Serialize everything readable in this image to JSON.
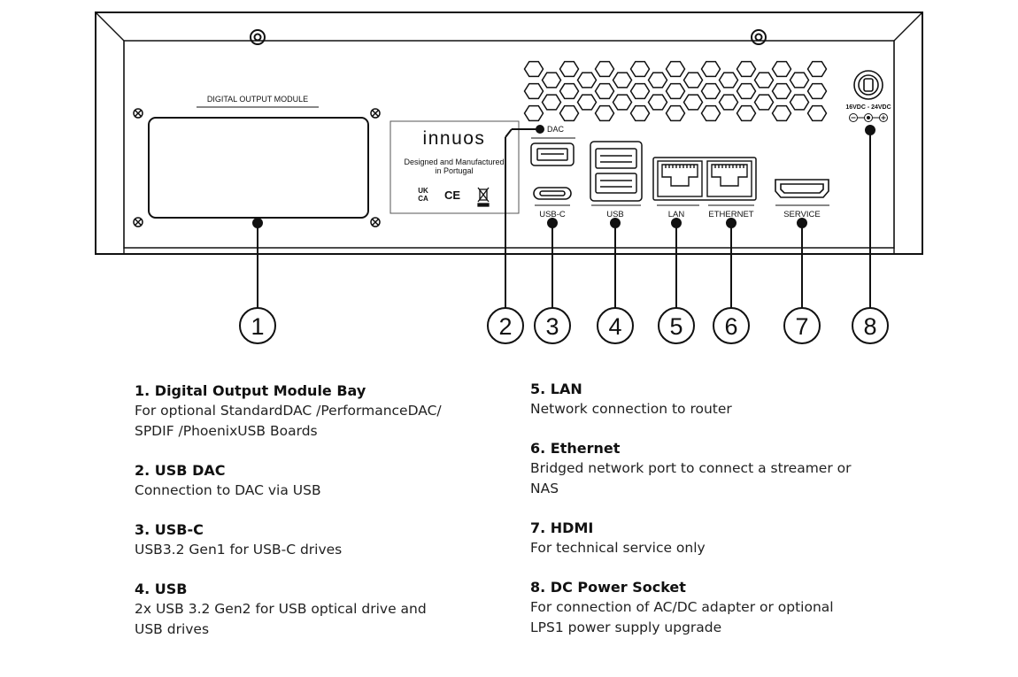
{
  "device": {
    "module_label": "DIGITAL OUTPUT MODULE",
    "brand": "innuos",
    "made_in_line1": "Designed and Manufactured",
    "made_in_line2": "in Portugal",
    "cert_ukca_1": "UK",
    "cert_ukca_2": "CA",
    "cert_ce": "CE",
    "port_labels": {
      "dac": "DAC",
      "usbc": "USB-C",
      "usb": "USB",
      "lan": "LAN",
      "ethernet": "ETHERNET",
      "service": "SERVICE",
      "power": "16VDC - 24VDC"
    }
  },
  "callouts": [
    "1",
    "2",
    "3",
    "4",
    "5",
    "6",
    "7",
    "8"
  ],
  "legend": {
    "left": [
      {
        "title": "1. Digital Output Module Bay",
        "lines": [
          "For optional StandardDAC /PerformanceDAC/",
          "SPDIF /PhoenixUSB Boards"
        ]
      },
      {
        "title": "2. USB DAC",
        "lines": [
          "Connection to DAC via USB"
        ]
      },
      {
        "title": "3. USB-C",
        "lines": [
          "USB3.2 Gen1 for USB-C drives"
        ]
      },
      {
        "title": "4. USB",
        "lines": [
          "2x USB 3.2 Gen2 for USB optical drive and",
          "USB drives"
        ]
      }
    ],
    "right": [
      {
        "title": "5. LAN",
        "lines": [
          "Network connection to router"
        ]
      },
      {
        "title": "6. Ethernet",
        "lines": [
          "Bridged network port to connect a streamer or",
          "NAS"
        ]
      },
      {
        "title": "7. HDMI",
        "lines": [
          "For technical service only"
        ]
      },
      {
        "title": "8. DC Power Socket",
        "lines": [
          "For connection of AC/DC adapter or optional",
          "LPS1 power supply upgrade"
        ]
      }
    ]
  },
  "colors": {
    "ink": "#111111",
    "panel": "#ffffff"
  }
}
